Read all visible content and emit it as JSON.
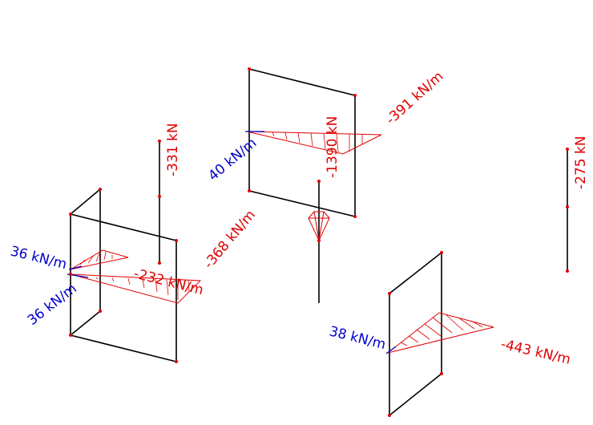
{
  "colors": {
    "frame": "#000000",
    "compression": "#e00000",
    "tension": "#0000cc",
    "node": "#e00000"
  },
  "labels": {
    "wall1_top_tension": "36 kN/m",
    "wall1_bottom_tension": "36 kN/m",
    "wall1_compression_inner": "-232 kN/m",
    "wall1_compression_outer": "-368 kN/m",
    "column1_force": "-331 kN",
    "wall2_tension": "40 kN/m",
    "wall2_compression": "-391 kN/m",
    "column2_force": "-1390 kN",
    "column3_force": "-275 kN",
    "wall3_tension": "38 kN/m",
    "wall3_compression": "-443 kN/m"
  }
}
